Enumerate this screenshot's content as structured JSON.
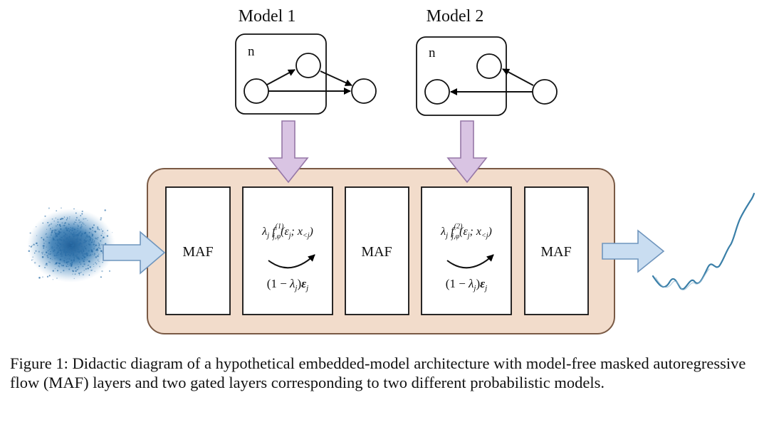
{
  "models": [
    {
      "title": "Model 1",
      "plate_label": "n"
    },
    {
      "title": "Model 2",
      "plate_label": "n"
    }
  ],
  "layers": [
    {
      "label": "MAF"
    },
    {
      "formula_top": "λ_j f^{(1)}_{j,φ}(ε_j; x_{<j})",
      "formula_bottom": "(1 − λ_j)ε_j"
    },
    {
      "label": "MAF"
    },
    {
      "formula_top": "λ_j f^{(2)}_{j,φ}(ε_j; x_{<j})",
      "formula_bottom": "(1 − λ_j)ε_j"
    },
    {
      "label": "MAF"
    }
  ],
  "colors": {
    "container_fill": "#f2dccb",
    "container_stroke": "#7a5a45",
    "purple_arrow": "#d9c4e3",
    "purple_stroke": "#9677a7",
    "blue_arrow": "#c9ddf1",
    "blue_stroke": "#6f95bd",
    "noise": "#2c6fa8",
    "curve": "#3a7fa8"
  },
  "caption": "Figure 1: Didactic diagram of a hypothetical embedded-model architecture with model-free masked autoregressive flow (MAF) layers and two gated layers corresponding to two different probabilistic models."
}
